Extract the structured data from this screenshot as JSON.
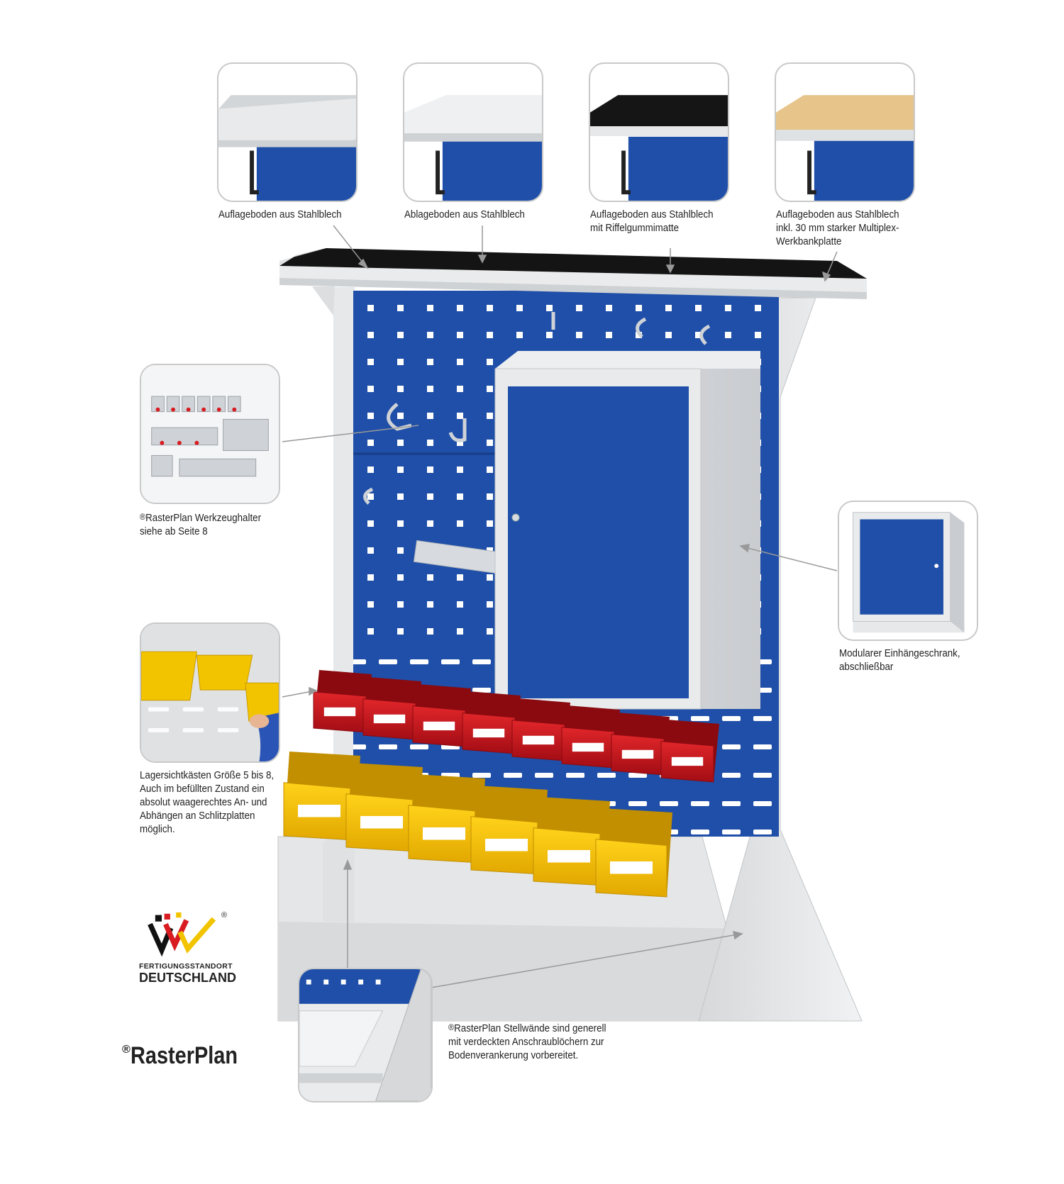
{
  "callouts": {
    "shelf_steel": "Auflageboden aus Stahlblech",
    "tray_steel": "Ablageboden aus Stahlblech",
    "shelf_rubber": "Auflageboden aus Stahlblech\nmit Riffelgummimatte",
    "shelf_multiplex": "Auflageboden aus Stahlblech\ninkl. 30 mm starker Multiplex-\nWerkbankplatte",
    "tool_holders": "RasterPlan Werkzeughalter\nsiehe ab Seite 8",
    "cabinet": "Modularer Einhängeschrank,\nabschließbar",
    "bins": "Lagersichtkästen Größe 5 bis 8,\nAuch im befüllten Zustand ein\nabsolut waagerechtes An- und\nAbhängen an Schlitzplatten\nmöglich.",
    "floor_anchor": "RasterPlan Stellwände sind generell\nmit verdeckten Anschraublöchern zur\nBodenverankerung vorbereitet."
  },
  "logo": {
    "line1": "FERTIGUNGSSTANDORT",
    "line2": "DEUTSCHLAND",
    "mark": "®"
  },
  "brand": {
    "reg": "®",
    "name": "RasterPlan"
  },
  "colors": {
    "panel_blue": "#1f4fa8",
    "steel_grey": "#e2e4e6",
    "bin_red": "#c8141c",
    "bin_yellow": "#f2c400",
    "rubber_black": "#151515",
    "wood": "#e6c48a"
  }
}
